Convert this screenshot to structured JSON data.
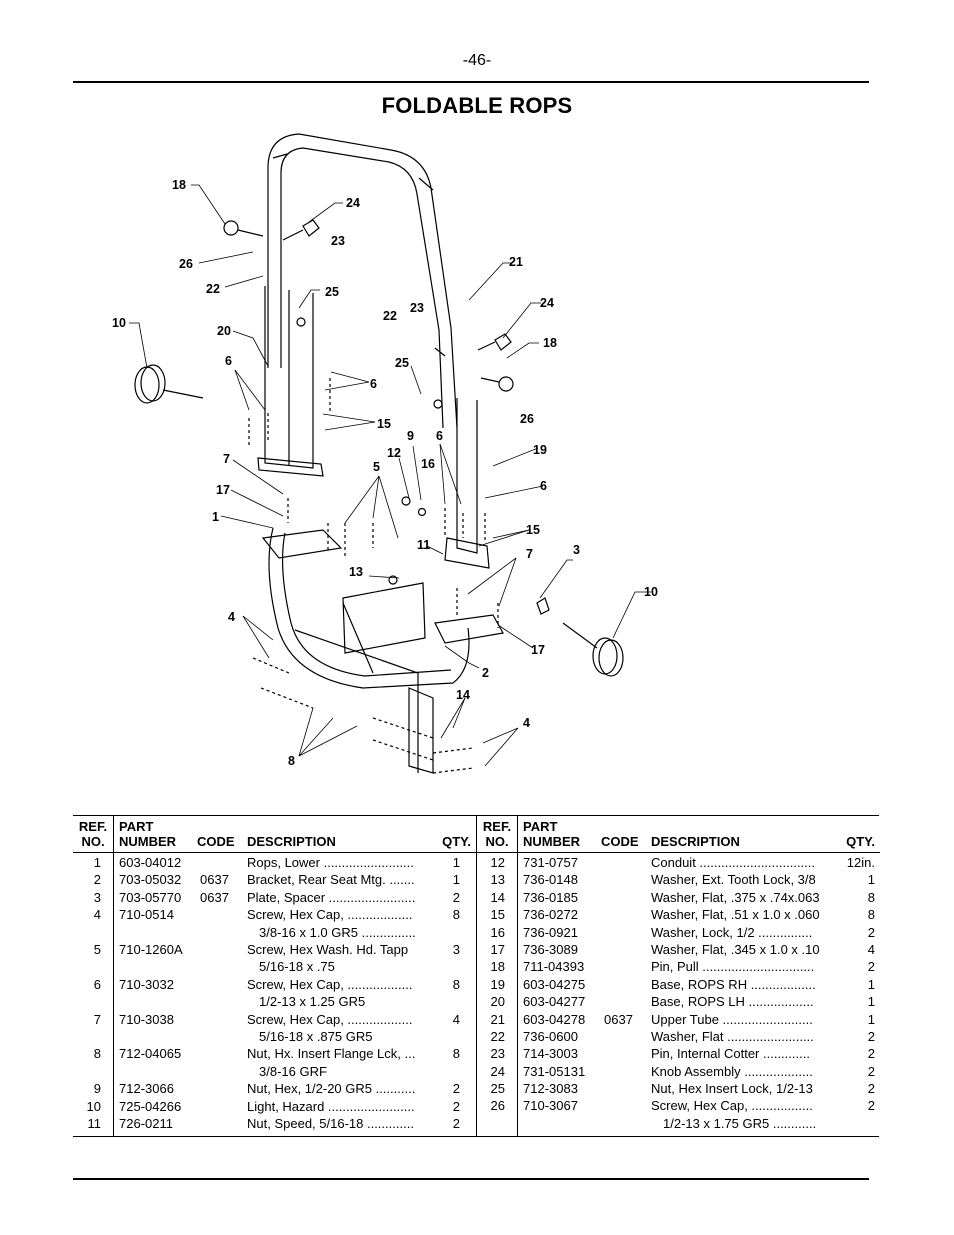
{
  "page": {
    "number": "-46-",
    "title": "FOLDABLE ROPS"
  },
  "diagram": {
    "callouts": [
      "18",
      "24",
      "23",
      "26",
      "22",
      "25",
      "21",
      "24",
      "23",
      "18",
      "22",
      "10",
      "20",
      "25",
      "26",
      "6",
      "6",
      "15",
      "9",
      "19",
      "12",
      "16",
      "6",
      "7",
      "5",
      "17",
      "6",
      "1",
      "15",
      "11",
      "13",
      "7",
      "3",
      "10",
      "4",
      "17",
      "2",
      "14",
      "4",
      "8"
    ]
  },
  "table": {
    "headers": {
      "ref_line1": "REF.",
      "ref_line2": "NO.",
      "part_line1": "PART",
      "part_line2": "NUMBER",
      "code": "CODE",
      "description": "DESCRIPTION",
      "qty": "QTY."
    },
    "left_rows": [
      {
        "ref": "1",
        "part": "603-04012",
        "code": "",
        "desc": "Rops, Lower .........................",
        "desc2": "",
        "qty": "1"
      },
      {
        "ref": "2",
        "part": "703-05032",
        "code": "0637",
        "desc": "Bracket, Rear Seat Mtg. .......",
        "desc2": "",
        "qty": "1"
      },
      {
        "ref": "3",
        "part": "703-05770",
        "code": "0637",
        "desc": "Plate, Spacer ........................",
        "desc2": "",
        "qty": "2"
      },
      {
        "ref": "4",
        "part": "710-0514",
        "code": "",
        "desc": "Screw, Hex Cap, ..................",
        "desc2": "3/8-16 x 1.0 GR5 ...............",
        "qty": "8"
      },
      {
        "ref": "5",
        "part": "710-1260A",
        "code": "",
        "desc": "Screw, Hex Wash. Hd. Tapp",
        "desc2": "5/16-18 x .75",
        "qty": "3"
      },
      {
        "ref": "6",
        "part": "710-3032",
        "code": "",
        "desc": "Screw, Hex Cap, ..................",
        "desc2": "1/2-13 x 1.25 GR5",
        "qty": "8"
      },
      {
        "ref": "7",
        "part": "710-3038",
        "code": "",
        "desc": "Screw, Hex Cap, ..................",
        "desc2": "5/16-18 x .875 GR5",
        "qty": "4"
      },
      {
        "ref": "8",
        "part": "712-04065",
        "code": "",
        "desc": "Nut, Hx. Insert Flange Lck, ...",
        "desc2": "3/8-16 GRF",
        "qty": "8"
      },
      {
        "ref": "9",
        "part": "712-3066",
        "code": "",
        "desc": "Nut, Hex, 1/2-20 GR5 ...........",
        "desc2": "",
        "qty": "2"
      },
      {
        "ref": "10",
        "part": "725-04266",
        "code": "",
        "desc": "Light, Hazard ........................",
        "desc2": "",
        "qty": "2"
      },
      {
        "ref": "11",
        "part": "726-0211",
        "code": "",
        "desc": "Nut, Speed, 5/16-18 .............",
        "desc2": "",
        "qty": "2"
      }
    ],
    "right_rows": [
      {
        "ref": "12",
        "part": "731-0757",
        "code": "",
        "desc": "Conduit ................................",
        "desc2": "",
        "qty": "12in."
      },
      {
        "ref": "13",
        "part": "736-0148",
        "code": "",
        "desc": "Washer, Ext. Tooth Lock, 3/8",
        "desc2": "",
        "qty": "1"
      },
      {
        "ref": "14",
        "part": "736-0185",
        "code": "",
        "desc": "Washer, Flat, .375 x .74x.063",
        "desc2": "",
        "qty": "8"
      },
      {
        "ref": "15",
        "part": "736-0272",
        "code": "",
        "desc": "Washer, Flat, .51 x 1.0 x .060",
        "desc2": "",
        "qty": "8"
      },
      {
        "ref": "16",
        "part": "736-0921",
        "code": "",
        "desc": "Washer, Lock, 1/2 ...............",
        "desc2": "",
        "qty": "2"
      },
      {
        "ref": "17",
        "part": "736-3089",
        "code": "",
        "desc": "Washer, Flat, .345 x 1.0 x .10",
        "desc2": "",
        "qty": "4"
      },
      {
        "ref": "18",
        "part": "711-04393",
        "code": "",
        "desc": "Pin, Pull ...............................",
        "desc2": "",
        "qty": "2"
      },
      {
        "ref": "19",
        "part": "603-04275",
        "code": "",
        "desc": "Base, ROPS RH ..................",
        "desc2": "",
        "qty": "1"
      },
      {
        "ref": "20",
        "part": "603-04277",
        "code": "",
        "desc": "Base, ROPS LH ..................",
        "desc2": "",
        "qty": "1"
      },
      {
        "ref": "21",
        "part": "603-04278",
        "code": "0637",
        "desc": "Upper Tube .........................",
        "desc2": "",
        "qty": "1"
      },
      {
        "ref": "22",
        "part": "736-0600",
        "code": "",
        "desc": "Washer, Flat ........................",
        "desc2": "",
        "qty": "2"
      },
      {
        "ref": "23",
        "part": "714-3003",
        "code": "",
        "desc": "Pin, Internal Cotter .............",
        "desc2": "",
        "qty": "2"
      },
      {
        "ref": "24",
        "part": "731-05131",
        "code": "",
        "desc": "Knob Assembly ...................",
        "desc2": "",
        "qty": "2"
      },
      {
        "ref": "25",
        "part": "712-3083",
        "code": "",
        "desc": "Nut, Hex Insert Lock, 1/2-13",
        "desc2": "",
        "qty": "2"
      },
      {
        "ref": "26",
        "part": "710-3067",
        "code": "",
        "desc": "Screw, Hex Cap, .................",
        "desc2": "1/2-13 x 1.75 GR5 ............",
        "qty": "2"
      }
    ]
  }
}
